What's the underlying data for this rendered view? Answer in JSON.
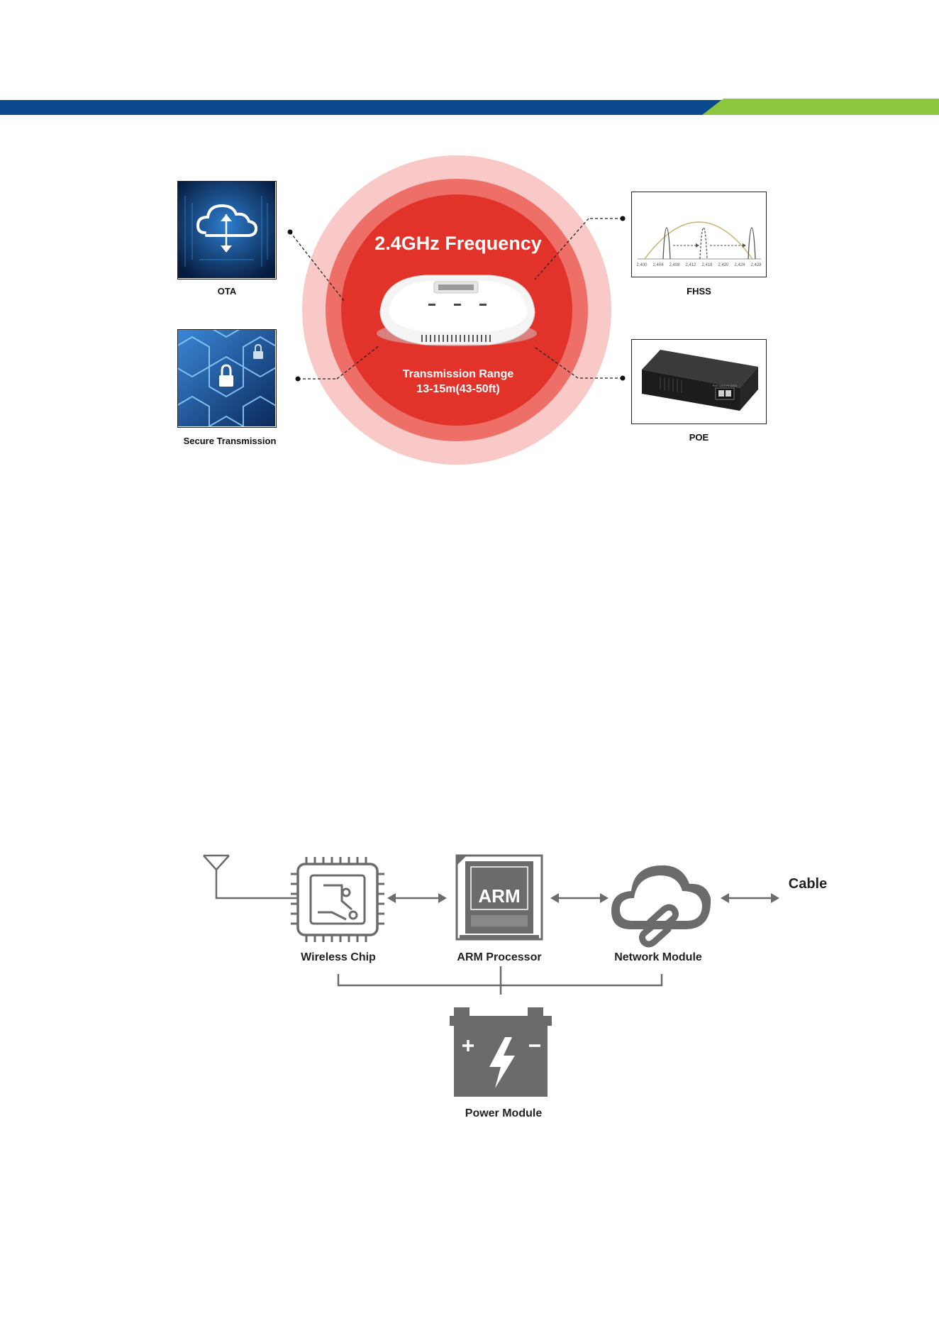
{
  "colors": {
    "header_blue": "#0a4a8c",
    "header_green": "#8dc63f",
    "ring_outer": "#f8c9c6",
    "ring_mid": "#ee6f68",
    "ring_inner": "#e2332a",
    "diagram_gray": "#6b6b6b"
  },
  "features": {
    "center_title": "2.4GHz Frequency",
    "range_line1": "Transmission Range",
    "range_line2": "13-15m(43-50ft)",
    "ota_label": "OTA",
    "secure_label": "Secure Transmission",
    "fhss_label": "FHSS",
    "poe_label": "POE",
    "fhss_ticks": [
      "2,400",
      "2,404",
      "2,408",
      "2,412",
      "2,416",
      "2,420",
      "2,424",
      "2,428"
    ],
    "poe_port_text": "PoE DATA IN DATA"
  },
  "block_diagram": {
    "wireless_chip": "Wireless Chip",
    "arm_processor": "ARM Processor",
    "arm_badge": "ARM",
    "network_module": "Network Module",
    "cable": "Cable",
    "power_module": "Power Module"
  },
  "icons": [
    "antenna-icon",
    "chip-icon",
    "arm-cpu-icon",
    "cloud-link-icon",
    "battery-bolt-icon",
    "cloud-upload-icon",
    "padlock-icon"
  ]
}
